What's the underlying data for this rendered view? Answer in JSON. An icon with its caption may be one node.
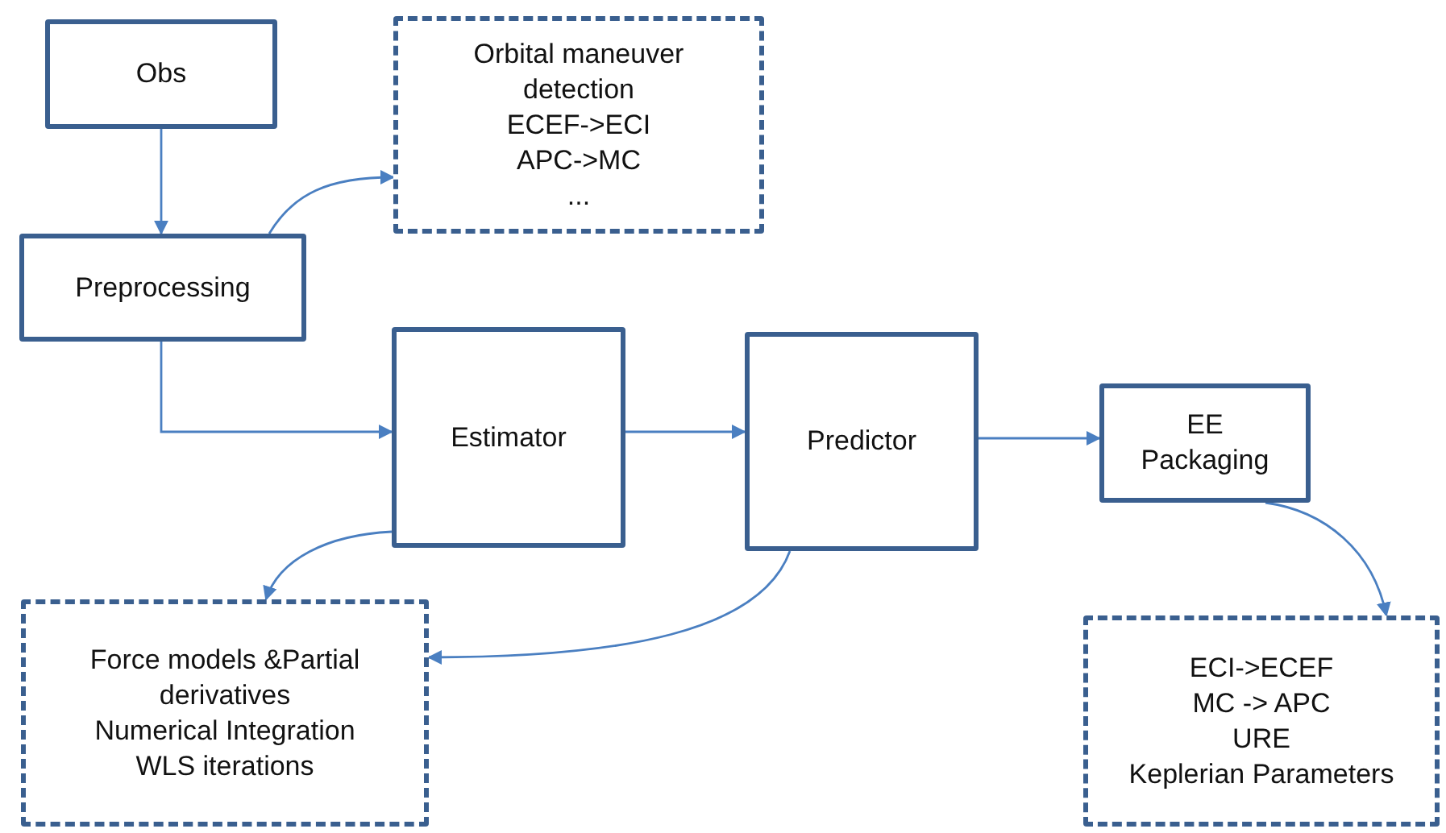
{
  "diagram": {
    "nodes": [
      {
        "text": [
          "Obs"
        ]
      },
      {
        "text": [
          "Preprocessing"
        ]
      },
      {
        "text": [
          "Orbital maneuver detection",
          "ECEF->ECI",
          "APC->MC",
          "..."
        ]
      },
      {
        "text": [
          "Estimator"
        ]
      },
      {
        "text": [
          "Predictor"
        ]
      },
      {
        "text": [
          "EE Packaging"
        ]
      },
      {
        "text": [
          "Force models &Partial derivatives",
          "Numerical Integration",
          "WLS iterations"
        ]
      },
      {
        "text": [
          "ECI->ECEF",
          "MC -> APC",
          "URE",
          "Keplerian Parameters"
        ]
      }
    ],
    "edges": [
      {
        "from": 0,
        "to": 1,
        "arrow": "to"
      },
      {
        "from": 1,
        "to": 2,
        "arrow": "to"
      },
      {
        "from": 1,
        "to": 3,
        "arrow": "to"
      },
      {
        "from": 3,
        "to": 4,
        "arrow": "to"
      },
      {
        "from": 4,
        "to": 5,
        "arrow": "to"
      },
      {
        "from": 3,
        "to": 6,
        "arrow": "to"
      },
      {
        "from": 4,
        "to": 6,
        "arrow": "to"
      },
      {
        "from": 5,
        "to": 7,
        "arrow": "to"
      }
    ]
  }
}
